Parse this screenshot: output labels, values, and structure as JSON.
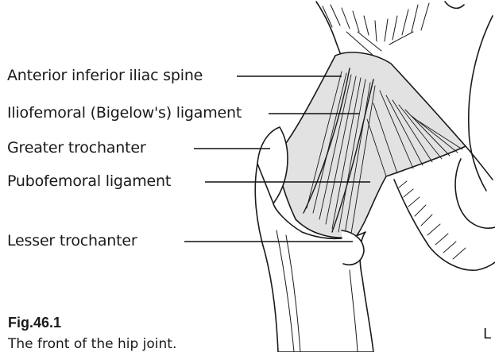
{
  "labels": {
    "anterior_inferior_iliac_spine": "Anterior inferior iliac spine",
    "iliofemoral_ligament": "Iliofemoral (Bigelow's) ligament",
    "greater_trochanter": "Greater trochanter",
    "pubofemoral_ligament": "Pubofemoral ligament",
    "lesser_trochanter": "Lesser trochanter"
  },
  "figure": {
    "number": "Fig.46.1",
    "caption": "The front of the hip joint."
  },
  "edge_text": "L",
  "colors": {
    "ink": "#1a1a1a",
    "ligament_fill": "#e2e2e2",
    "bone_fill": "#ffffff"
  }
}
